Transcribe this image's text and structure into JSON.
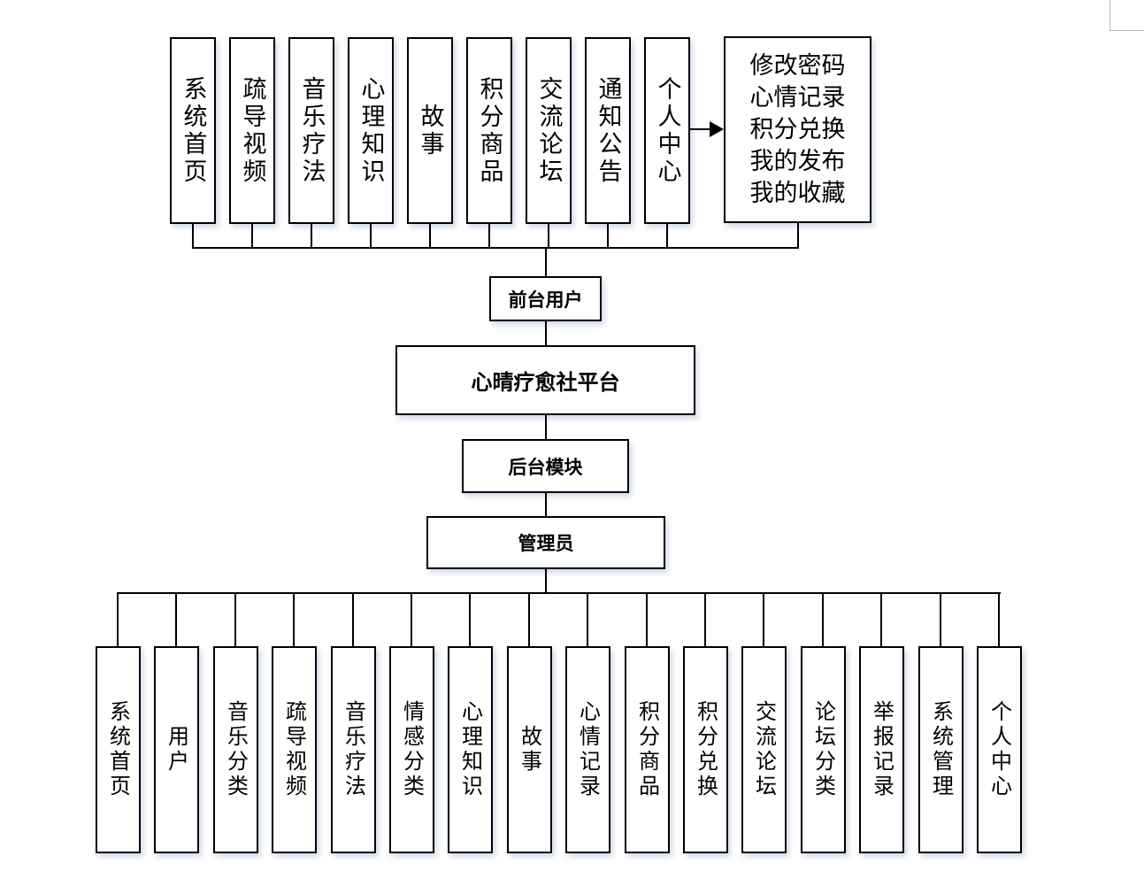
{
  "front_modules": [
    "系统首页",
    "疏导视频",
    "音乐疗法",
    "心理知识",
    "故事",
    "积分商品",
    "交流论坛",
    "通知公告",
    "个人中心"
  ],
  "personal_center_items": [
    "修改密码",
    "心情记录",
    "积分兑换",
    "我的发布",
    "我的收藏"
  ],
  "front_user": "前台用户",
  "platform": "心晴疗愈社平台",
  "backend": "后台模块",
  "admin": "管理员",
  "admin_modules": [
    "系统首页",
    "用户",
    "音乐分类",
    "疏导视频",
    "音乐疗法",
    "情感分类",
    "心理知识",
    "故事",
    "心情记录",
    "积分商品",
    "积分兑换",
    "交流论坛",
    "论坛分类",
    "举报记录",
    "系统管理",
    "个人中心"
  ]
}
